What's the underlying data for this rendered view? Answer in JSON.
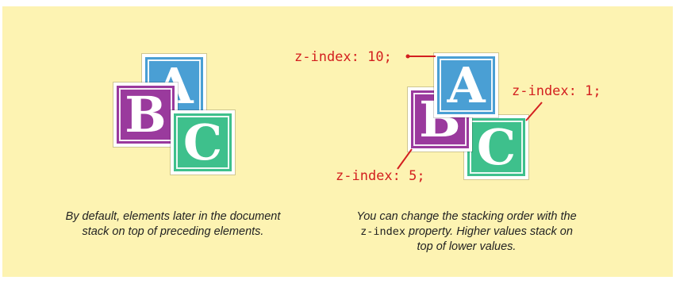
{
  "left_panel": {
    "blocks": {
      "a": "A",
      "b": "B",
      "c": "C"
    },
    "caption_line1": "By default, elements later in the document",
    "caption_line2": "stack on top of preceding elements."
  },
  "right_panel": {
    "blocks": {
      "a": "A",
      "b": "B",
      "c": "C"
    },
    "label_a": "z-index: 10;",
    "label_c": "z-index: 1;",
    "label_b": "z-index: 5;",
    "caption_line1": "You can change the stacking order with the",
    "caption_code": "z-index",
    "caption_line2_rest": " property. Higher values stack on",
    "caption_line3": "top of lower values."
  },
  "colors": {
    "background": "#fdf3b2",
    "block_a": "#4a9fd4",
    "block_b": "#9a3a9d",
    "block_c": "#3ec08c",
    "label": "#d31f1f"
  }
}
